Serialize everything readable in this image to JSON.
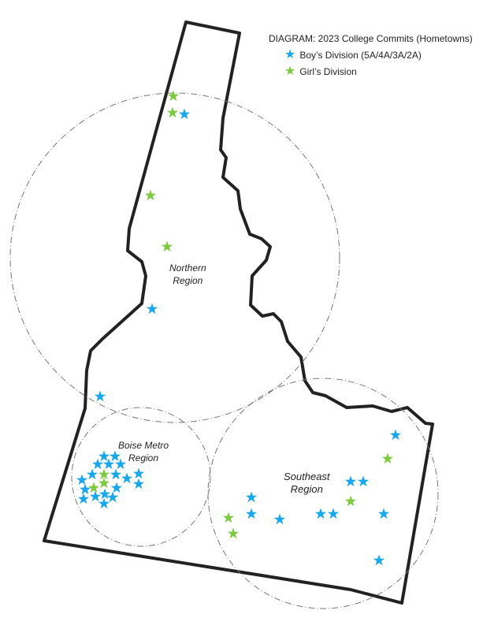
{
  "legend": {
    "title": "DIAGRAM: 2023 College Commits (Hometowns)",
    "boys": "Boy’s Division (5A/4A/3A/2A)",
    "girls": "Girl’s Division"
  },
  "colors": {
    "boys": "#1aa7ec",
    "girls": "#7dc942"
  },
  "regions": {
    "northern": {
      "line1": "Northern",
      "line2": "Region"
    },
    "boise": {
      "line1": "Boise Metro",
      "line2": "Region"
    },
    "southeast": {
      "line1": "Southeast",
      "line2": "Region"
    }
  }
}
